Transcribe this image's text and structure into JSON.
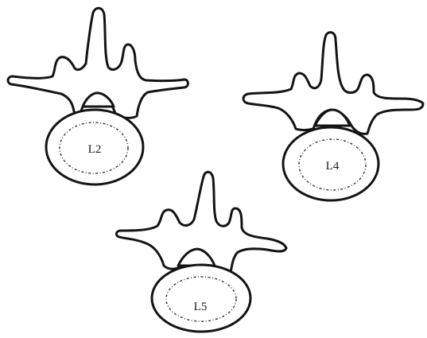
{
  "vertebrae": [
    {
      "id": "l2",
      "label": "L2"
    },
    {
      "id": "l4",
      "label": "L4"
    },
    {
      "id": "l5",
      "label": "L5"
    }
  ],
  "colors": {
    "line": "#141414",
    "background": "#ffffff"
  }
}
